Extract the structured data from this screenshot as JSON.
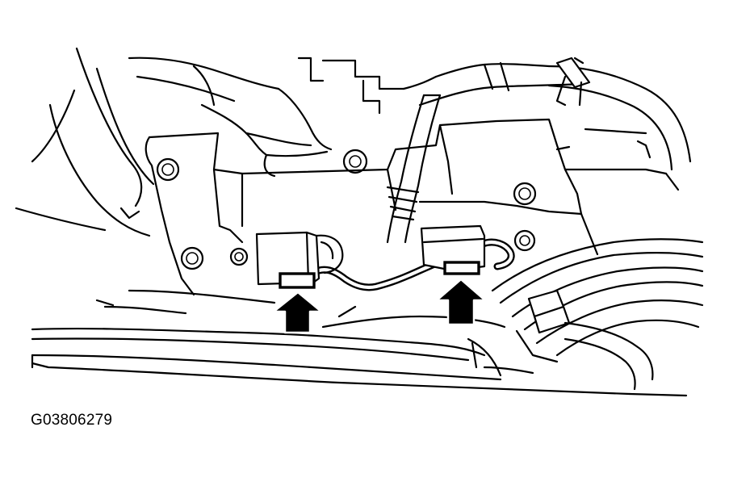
{
  "figure": {
    "id_label": "G03806279",
    "line_color": "#000000",
    "background_color": "#ffffff",
    "callouts": [
      {
        "name": "left-arrow",
        "points_to": "left-bracket"
      },
      {
        "name": "right-arrow",
        "points_to": "right-bracket"
      }
    ]
  }
}
